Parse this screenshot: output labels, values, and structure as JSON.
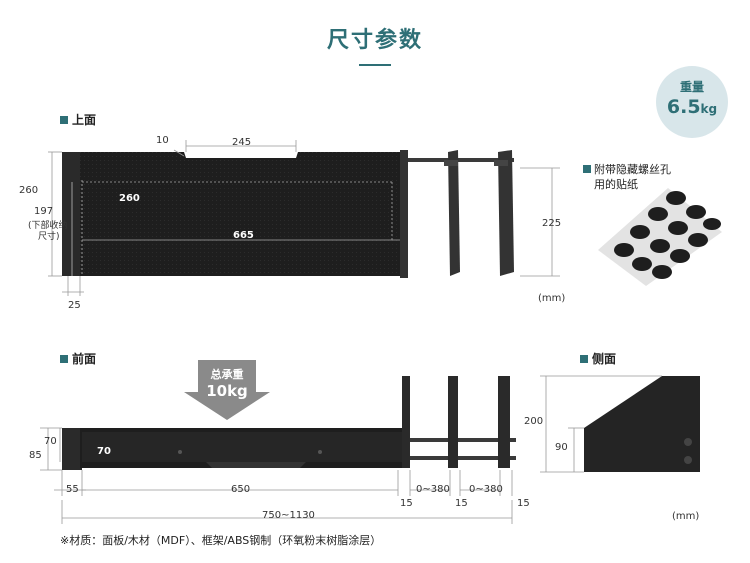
{
  "title": "尺寸参数",
  "weight": {
    "label": "重量",
    "value": "6.5",
    "unit": "kg"
  },
  "sections": {
    "top": "上面",
    "front": "前面",
    "side": "侧面"
  },
  "accessory": {
    "line1": "附带隐藏螺丝孔",
    "line2": "用的贴纸"
  },
  "load": {
    "label": "总承重",
    "value": "10kg"
  },
  "unit_note": "(mm)",
  "top_dims": {
    "d10": "10",
    "d245": "245",
    "d260": "260",
    "d260b": "260",
    "d197": "197",
    "d197note1": "(下部收纳",
    "d197note2": "尺寸)",
    "d665": "665",
    "d225": "225",
    "d25": "25"
  },
  "front_dims": {
    "d70": "70",
    "d70b": "70",
    "d85": "85",
    "d55": "55",
    "d650": "650",
    "d15a": "15",
    "d380a": "0~380",
    "d15b": "15",
    "d380b": "0~380",
    "d15c": "15",
    "d750": "750~1130"
  },
  "side_dims": {
    "d200": "200",
    "d90": "90"
  },
  "material": "※材质：面板/木材（MDF）、框架/ABS钢制（环氧粉末树脂涂层）",
  "colors": {
    "accent": "#2e6f76",
    "product": "#1c1c1c",
    "arrow": "#8a8a8a",
    "badge_bg": "#d8e6ea"
  }
}
